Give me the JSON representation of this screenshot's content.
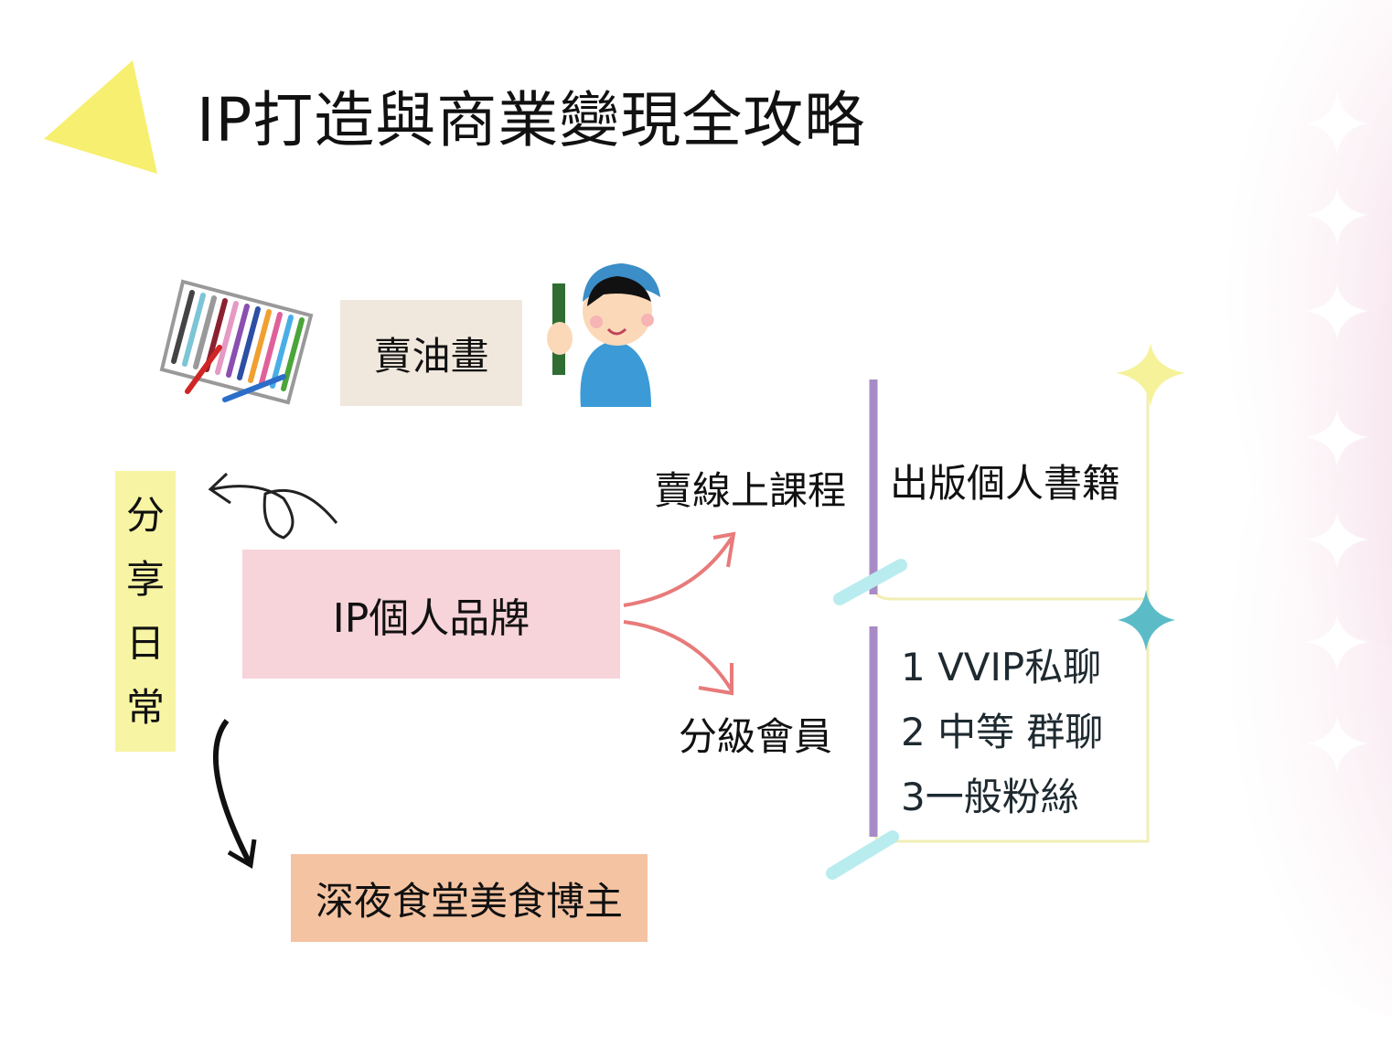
{
  "title": "IP打造與商業變現全攻略",
  "nodes": {
    "oil_painting": "賣油畫",
    "ip_brand": "IP個人品牌",
    "share_daily": [
      "分",
      "享",
      "日",
      "常"
    ],
    "food_blogger": "深夜食堂美食博主",
    "online_course": "賣線上課程",
    "tiered_membership": "分級會員",
    "publish_book": "出版個人書籍",
    "membership_tiers": [
      "1 VVIP私聊",
      "2 中等 群聊",
      "3一般粉絲"
    ]
  },
  "colors": {
    "oil_box": "#f1e8dd",
    "brand_box": "#f7d3da",
    "share_box": "#f7f4a3",
    "food_box": "#f4c3a2",
    "arrow_red": "#e87a7a",
    "bracket_purple": "#a78bc7",
    "accent_teal": "#5bbcc8",
    "accent_yellow": "#f5f29a"
  }
}
